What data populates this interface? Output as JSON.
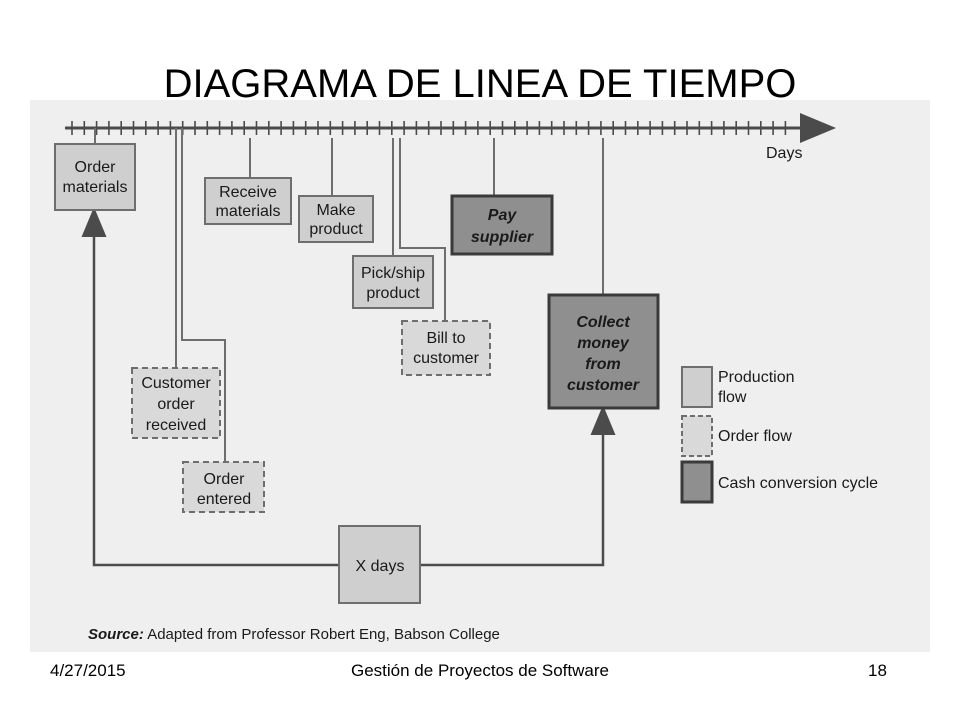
{
  "slide": {
    "title": "DIAGRAMA DE LINEA DE TIEMPO"
  },
  "timeline": {
    "axis_label": "Days"
  },
  "steps": [
    {
      "id": "order-materials",
      "kind": "production",
      "lines": [
        "Order",
        "materials"
      ]
    },
    {
      "id": "receive-materials",
      "kind": "production",
      "lines": [
        "Receive",
        "materials"
      ]
    },
    {
      "id": "make-product",
      "kind": "production",
      "lines": [
        "Make",
        "product"
      ]
    },
    {
      "id": "pick-ship-product",
      "kind": "production",
      "lines": [
        "Pick/ship",
        "product"
      ]
    },
    {
      "id": "bill-to-customer",
      "kind": "order",
      "lines": [
        "Bill to",
        "customer"
      ]
    },
    {
      "id": "pay-supplier",
      "kind": "cash",
      "lines": [
        "Pay",
        "supplier"
      ]
    },
    {
      "id": "collect-money",
      "kind": "cash",
      "lines": [
        "Collect",
        "money",
        "from",
        "customer"
      ]
    },
    {
      "id": "customer-order-received",
      "kind": "order",
      "lines": [
        "Customer",
        "order",
        "received"
      ]
    },
    {
      "id": "order-entered",
      "kind": "order",
      "lines": [
        "Order",
        "entered"
      ]
    },
    {
      "id": "x-days",
      "kind": "production",
      "lines": [
        "X days"
      ]
    }
  ],
  "legend": [
    {
      "kind": "production",
      "lines": [
        "Production",
        "flow"
      ]
    },
    {
      "kind": "order",
      "lines": [
        "Order flow"
      ]
    },
    {
      "kind": "cash",
      "lines": [
        "Cash conversion cycle"
      ]
    }
  ],
  "source": {
    "prefix": "Source:",
    "text": " Adapted from Professor Robert Eng, Babson College"
  },
  "footer": {
    "date": "4/27/2015",
    "course": "Gestión de Proyectos de Software",
    "page": "18"
  },
  "colors": {
    "panel": "#efefef",
    "production_fill": "#cfcfcf",
    "order_fill": "#d9d9d9",
    "cash_fill": "#8f8f8f",
    "line": "#6e6e6e",
    "border_dark": "#3a3a3a"
  }
}
